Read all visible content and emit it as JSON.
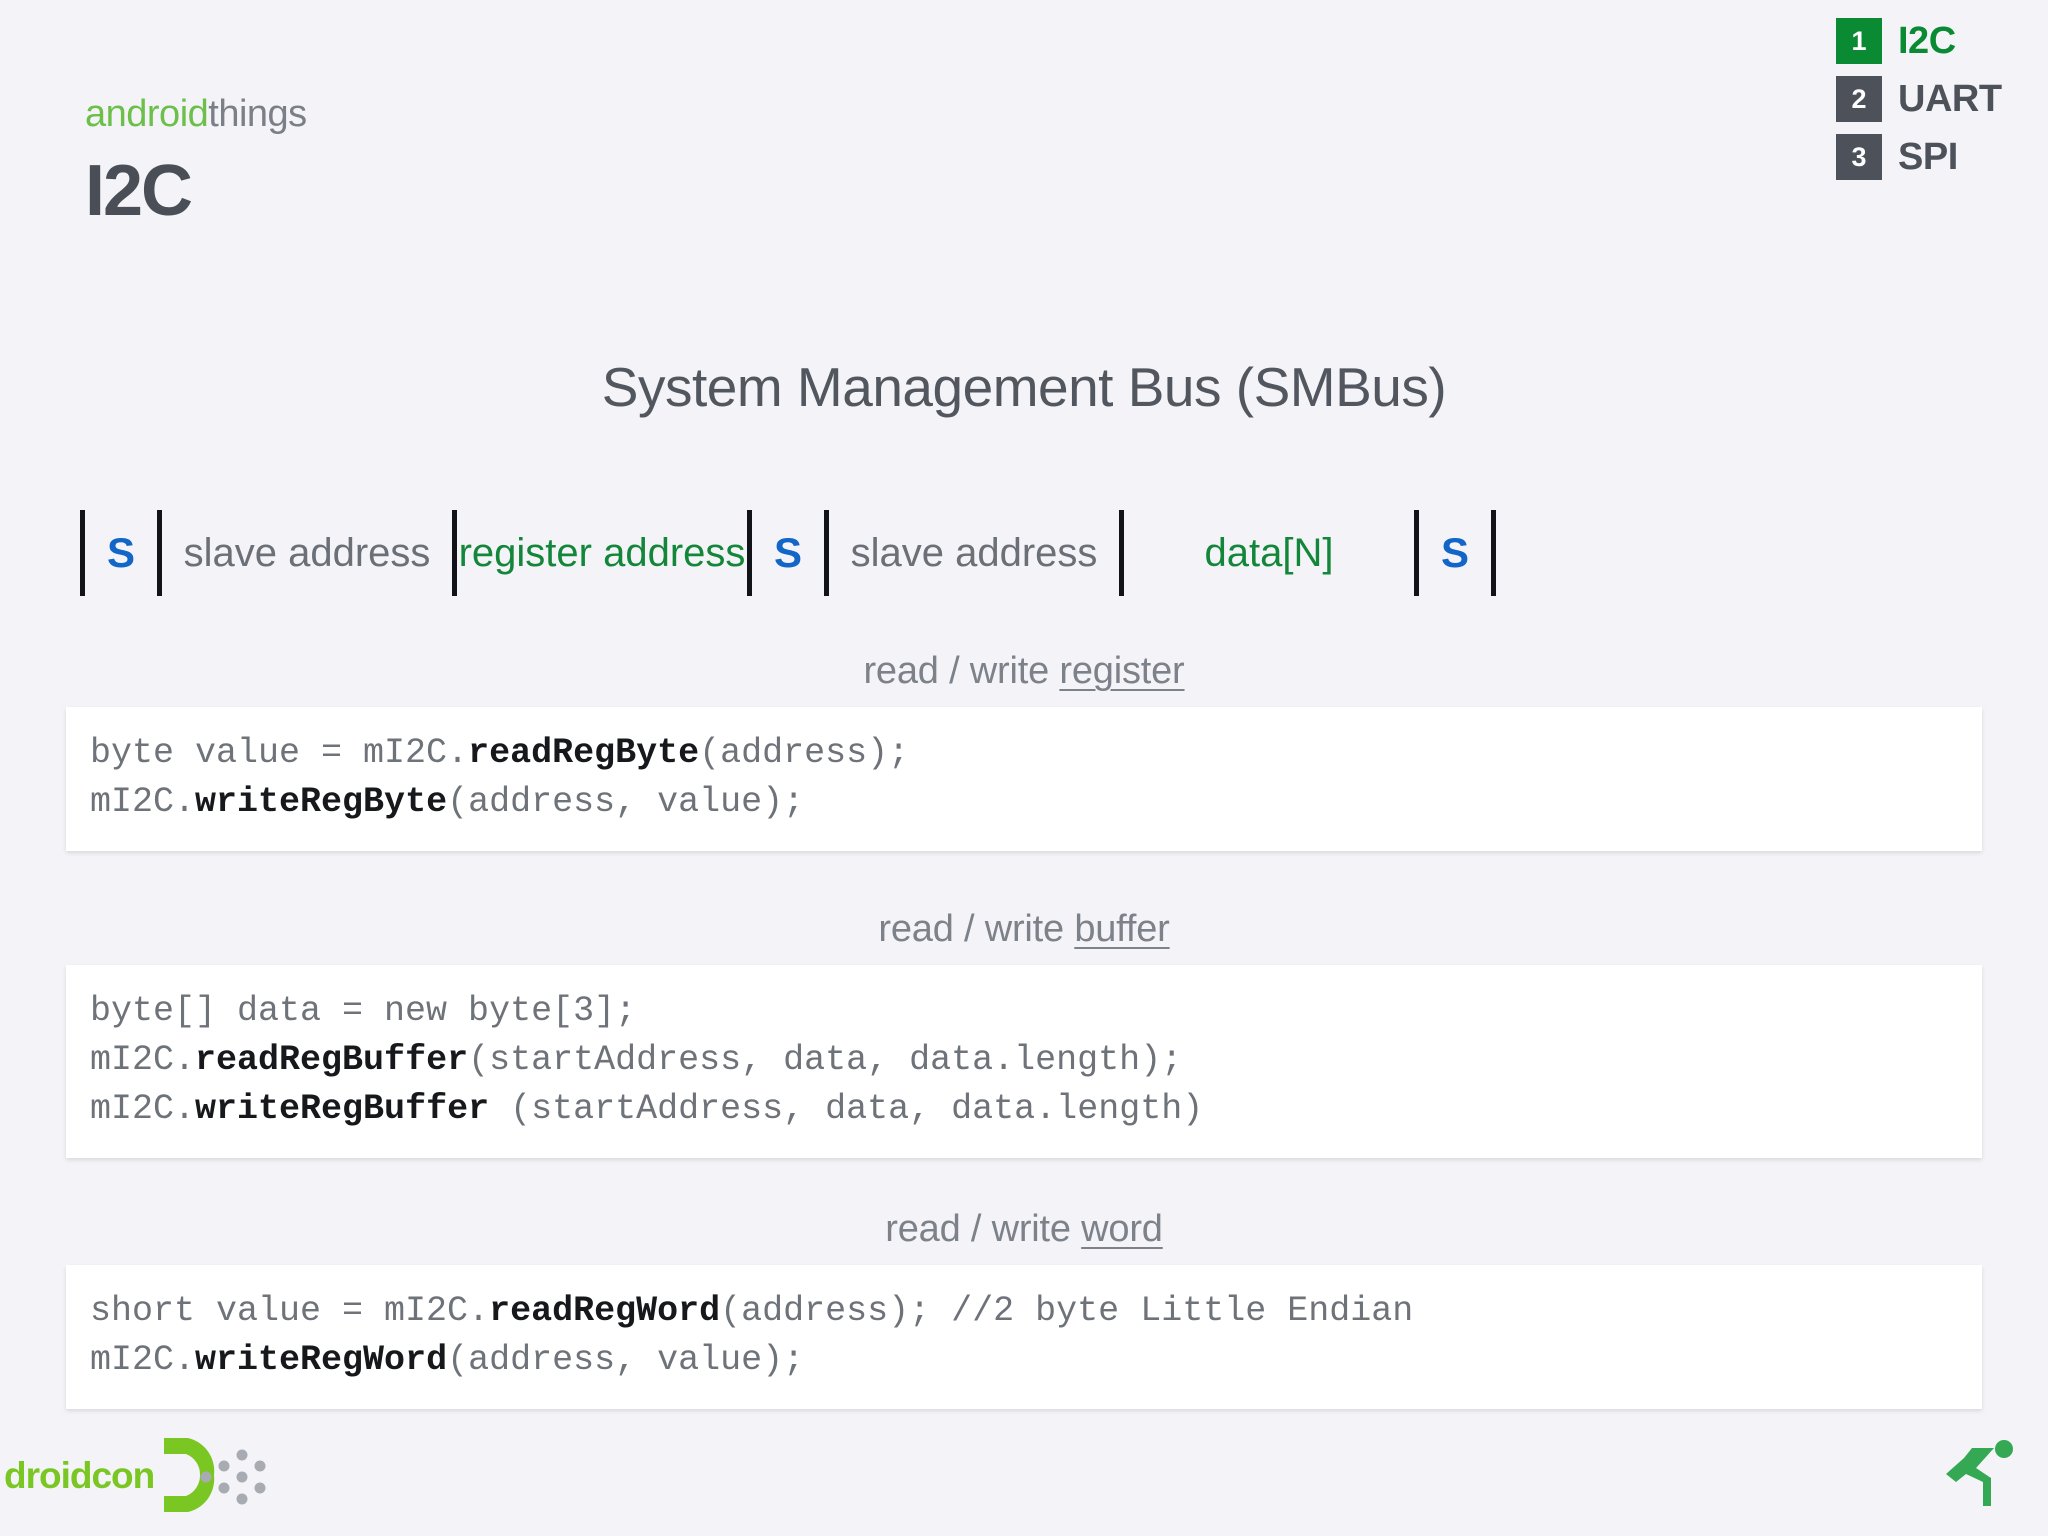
{
  "brand": {
    "word_first": "android",
    "word_second": "things",
    "deck_title": "I2C"
  },
  "nav": {
    "items": [
      {
        "num": "1",
        "label": "I2C",
        "state": "active",
        "color": "#0a8a33"
      },
      {
        "num": "2",
        "label": "UART",
        "state": "idle",
        "color": "#4c515a"
      },
      {
        "num": "3",
        "label": "SPI",
        "state": "idle",
        "color": "#4c515a"
      }
    ]
  },
  "section": {
    "title": "System Management Bus (SMBus)"
  },
  "smbus": {
    "segments": [
      {
        "text": "S",
        "kind": "start",
        "color": "#1266c8"
      },
      {
        "text": "slave address",
        "kind": "field",
        "color": "#6b6f77"
      },
      {
        "text": "register address",
        "kind": "field",
        "color": "#13863a"
      },
      {
        "text": "S",
        "kind": "start",
        "color": "#1266c8"
      },
      {
        "text": "slave address",
        "kind": "field",
        "color": "#6b6f77"
      },
      {
        "text": "data[N]",
        "kind": "field",
        "color": "#13863a"
      },
      {
        "text": "S",
        "kind": "start",
        "color": "#1266c8"
      }
    ]
  },
  "code_sections": [
    {
      "caption_prefix": "read / write ",
      "caption_keyword": "register",
      "lines": [
        [
          {
            "t": "byte value = mI2C.",
            "b": false
          },
          {
            "t": "readRegByte",
            "b": true
          },
          {
            "t": "(address);",
            "b": false
          }
        ],
        [
          {
            "t": "mI2C.",
            "b": false
          },
          {
            "t": "writeRegByte",
            "b": true
          },
          {
            "t": "(address, value);",
            "b": false
          }
        ]
      ]
    },
    {
      "caption_prefix": "read / write ",
      "caption_keyword": "buffer",
      "lines": [
        [
          {
            "t": "byte[] data = new byte[3];",
            "b": false
          }
        ],
        [
          {
            "t": "mI2C.",
            "b": false
          },
          {
            "t": "readRegBuffer",
            "b": true
          },
          {
            "t": "(startAddress, data, data.length);",
            "b": false
          }
        ],
        [
          {
            "t": "mI2C.",
            "b": false
          },
          {
            "t": "writeRegBuffer",
            "b": true
          },
          {
            "t": " (startAddress, data, data.length)",
            "b": false
          }
        ]
      ]
    },
    {
      "caption_prefix": "read / write ",
      "caption_keyword": "word",
      "lines": [
        [
          {
            "t": "short value = mI2C.",
            "b": false
          },
          {
            "t": "readRegWord",
            "b": true
          },
          {
            "t": "(address); //2 byte Little Endian",
            "b": false
          }
        ],
        [
          {
            "t": "mI2C.",
            "b": false
          },
          {
            "t": "writeRegWord",
            "b": true
          },
          {
            "t": "(address, value);",
            "b": false
          }
        ]
      ]
    }
  ],
  "footer": {
    "droidcon_label": "droidcon",
    "droidcon_color": "#7ac623",
    "runner_icon": "running-figure-icon",
    "runner_color": "#34a853"
  },
  "theme": {
    "background": "#f4f4f8",
    "code_background": "#ffffff",
    "accent_green": "#0a8a33",
    "accent_blue": "#1266c8",
    "muted_text": "#6b6f77"
  }
}
